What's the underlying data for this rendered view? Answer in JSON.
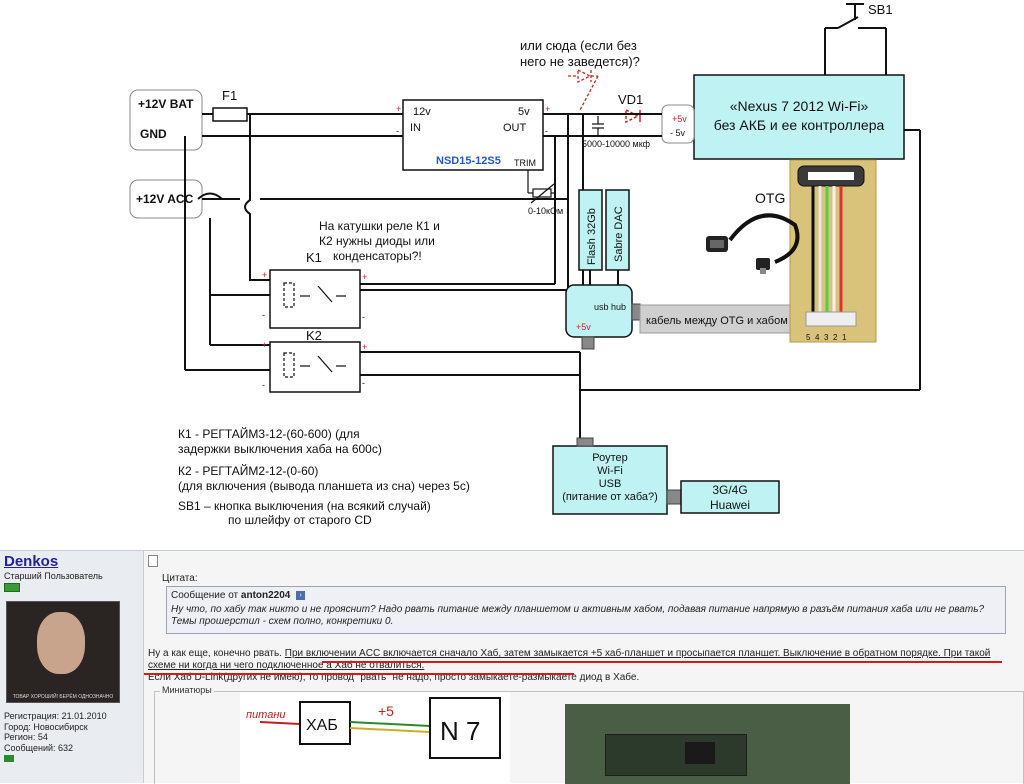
{
  "schematic": {
    "sb1": "SB1",
    "alt_note_1": "или сюда (если без",
    "alt_note_2": "него не заведется)?",
    "vd1": "VD1",
    "nexus_1": "«Nexus 7 2012 Wi-Fi»",
    "nexus_2": "без АКБ и ее контроллера",
    "plus5v": "+5v",
    "minus5v": "- 5v",
    "bat": "+12V BAT",
    "gnd": "GND",
    "acc": "+12V ACC",
    "f1": "F1",
    "conv_12v": "12v",
    "conv_in": "IN",
    "conv_5v": "5v",
    "conv_out": "OUT",
    "conv_name": "NSD15-12S5",
    "conv_trim": "TRIM",
    "cap": "5000-10000 мкф",
    "trim_res": "0-10кОм",
    "otg": "OTG",
    "flash": "Flash 32Gb",
    "dac": "Sabre DAC",
    "hub": "usb hub",
    "hub_5v": "+5v",
    "otg_cable": "кабель между OTG и хабом",
    "k1": "K1",
    "k2": "K2",
    "note_1": "На катушки реле К1 и",
    "note_2": "К2 нужны диоды или",
    "note_3": "конденсаторы?!",
    "router_1": "Роутер",
    "router_2": "Wi-Fi",
    "router_3": "USB",
    "router_4": "(питание от хаба?)",
    "modem_1": "3G/4G",
    "modem_2": "Huawei",
    "leg_1": "К1 - РЕГТАЙМ3-12-(60-600) (для",
    "leg_2": "задержки выключения хаба на 600с)",
    "leg_3": "К2 - РЕГТАЙМ2-12-(0-60)",
    "leg_4": "(для включения (вывода планшета из сна) через 5с)",
    "leg_5": "SB1 – кнопка выключения (на всякий случай)",
    "leg_6": "по шлейфу от старого  CD",
    "pins": [
      "5",
      "4",
      "3",
      "2",
      "1"
    ]
  },
  "forum": {
    "username": "Denkos",
    "user_title": "Старший Пользователь",
    "avatar_caption": "ТОВАР ХОРОШИЙ! БЕРЁМ ОДНОЗНАЧНО",
    "reg": "Регистрация: 21.01.2010",
    "city": "Город: Новосибирск",
    "region": "Регион: 54",
    "posts": "Сообщений: 632",
    "quote_label": "Цитата:",
    "quote_prefix": "Сообщение от",
    "quote_author": "anton2204",
    "quote_text": "Ну что, по хабу так никто и не прояснит? Надо рвать питание между планшетом и активным хабом, подавая питание напрямую в разъём питания хаба или не рвать? Темы прошерстил - схем полно, конкретики 0.",
    "post_line1_a": "Ну а как еще, конечно рвать. ",
    "post_line1_b": "При включении ACC включается сначало Хаб, затем замыкается +5 хаб-планшет и просыпается планшет. Выключение в обратном порядке. При такой схеме ни когда ни чего подключенное а Хаб не отвалиться.",
    "post_line2": "Если Хаб D-Link(других не имею), то провод \"рвать\" не надо, просто замыкаете-размыкаете диод в Хабе.",
    "thumbs_label": "Миниатюры",
    "sketch_left": "питани",
    "sketch_hub": "ХАБ",
    "sketch_plus5": "+5",
    "sketch_n7": "N 7"
  }
}
